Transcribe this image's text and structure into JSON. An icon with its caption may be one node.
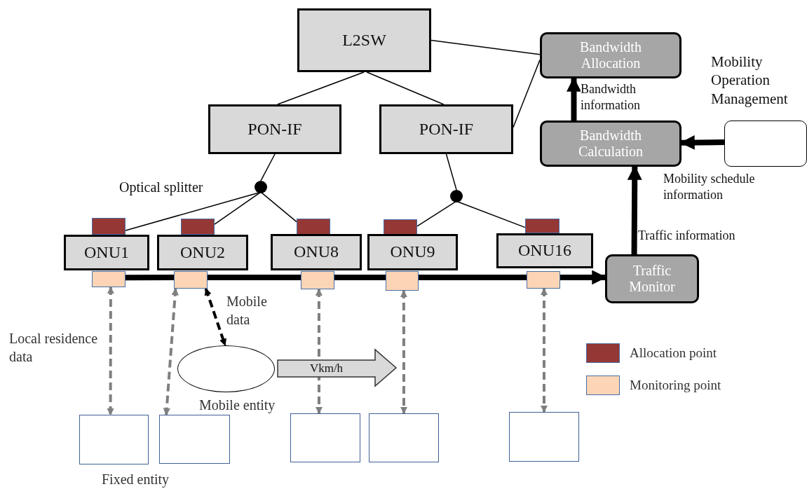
{
  "diagram": {
    "nodes": [
      {
        "text": [
          "L2SW"
        ]
      },
      {
        "text": [
          "Bandwidth Allocation"
        ]
      },
      {
        "text": [
          "Mobility Operation Management"
        ]
      },
      {
        "text": [
          "PON-IF"
        ]
      },
      {
        "text": [
          "PON-IF"
        ]
      },
      {
        "text": [
          "Bandwidth Calculation"
        ]
      },
      {
        "text": [],
        "shape": "circle"
      },
      {
        "text": [],
        "shape": "circle"
      },
      {
        "text": [],
        "shape": "box"
      },
      {
        "text": [],
        "shape": "box"
      },
      {
        "text": [],
        "shape": "box"
      },
      {
        "text": [],
        "shape": "box"
      },
      {
        "text": [],
        "shape": "box"
      },
      {
        "text": [
          "ONU1"
        ]
      },
      {
        "text": [
          "ONU2"
        ]
      },
      {
        "text": [
          "ONU8"
        ]
      },
      {
        "text": [
          "ONU9"
        ]
      },
      {
        "text": [
          "ONU16"
        ]
      },
      {
        "text": [],
        "shape": "box"
      },
      {
        "text": [],
        "shape": "box"
      },
      {
        "text": [],
        "shape": "box"
      },
      {
        "text": [],
        "shape": "box"
      },
      {
        "text": [],
        "shape": "box"
      },
      {
        "text": [
          "Traffic Monitor"
        ]
      },
      {
        "text": [],
        "shape": "ellipse",
        "beside": [
          "Mobile entity"
        ]
      },
      {
        "text": [],
        "shape": "box"
      },
      {
        "text": [],
        "shape": "box"
      },
      {
        "text": [],
        "shape": "box"
      },
      {
        "text": [],
        "shape": "box"
      },
      {
        "text": [],
        "shape": "box"
      }
    ],
    "edges": [
      {
        "from": 0,
        "to": 3,
        "arrow": "none"
      },
      {
        "from": 0,
        "to": 4,
        "arrow": "none"
      },
      {
        "from": 0,
        "to": 1,
        "arrow": "none"
      },
      {
        "from": 4,
        "to": 1,
        "arrow": "none"
      },
      {
        "from": 3,
        "to": 6,
        "arrow": "none"
      },
      {
        "from": 4,
        "to": 7,
        "arrow": "none"
      },
      {
        "from": 6,
        "to": 8,
        "arrow": "none"
      },
      {
        "from": 6,
        "to": 9,
        "arrow": "none"
      },
      {
        "from": 6,
        "to": 10,
        "arrow": "none"
      },
      {
        "from": 7,
        "to": 11,
        "arrow": "none"
      },
      {
        "from": 7,
        "to": 12,
        "arrow": "none"
      },
      {
        "from": 5,
        "to": 1,
        "arrow": "to",
        "style": "thick",
        "label": "Bandwidth information"
      },
      {
        "from": 2,
        "to": 5,
        "arrow": "to",
        "style": "thick",
        "label": "Mobility schedule information"
      },
      {
        "from": 23,
        "to": 5,
        "arrow": "to",
        "style": "thick",
        "label": "Traffic information"
      },
      {
        "from": 18,
        "to": 19,
        "arrow": "none",
        "style": "thick"
      },
      {
        "from": 19,
        "to": 20,
        "arrow": "none",
        "style": "thick"
      },
      {
        "from": 20,
        "to": 21,
        "arrow": "none",
        "style": "thick"
      },
      {
        "from": 21,
        "to": 22,
        "arrow": "none",
        "style": "thick"
      },
      {
        "from": 22,
        "to": 23,
        "arrow": "to",
        "style": "thick"
      },
      {
        "from": 18,
        "to": 25,
        "arrow": "both",
        "style": "dashed",
        "color": "#7f7f7f"
      },
      {
        "from": 19,
        "to": 26,
        "arrow": "both",
        "style": "dashed",
        "color": "#7f7f7f"
      },
      {
        "from": 20,
        "to": 27,
        "arrow": "both",
        "style": "dashed",
        "color": "#7f7f7f"
      },
      {
        "from": 21,
        "to": 28,
        "arrow": "both",
        "style": "dashed",
        "color": "#7f7f7f"
      },
      {
        "from": 22,
        "to": 29,
        "arrow": "both",
        "style": "dashed",
        "color": "#7f7f7f"
      },
      {
        "from": 19,
        "to": 24,
        "arrow": "both",
        "style": "dashed",
        "label": "Mobile data"
      }
    ],
    "labels": [
      "Optical splitter",
      "Local residence data",
      "Vkm/h",
      "Fixed entity"
    ],
    "legend": [
      {
        "text": "Allocation point",
        "color": "#953735"
      },
      {
        "text": "Monitoring point",
        "color": "#fbd5b5"
      }
    ]
  }
}
